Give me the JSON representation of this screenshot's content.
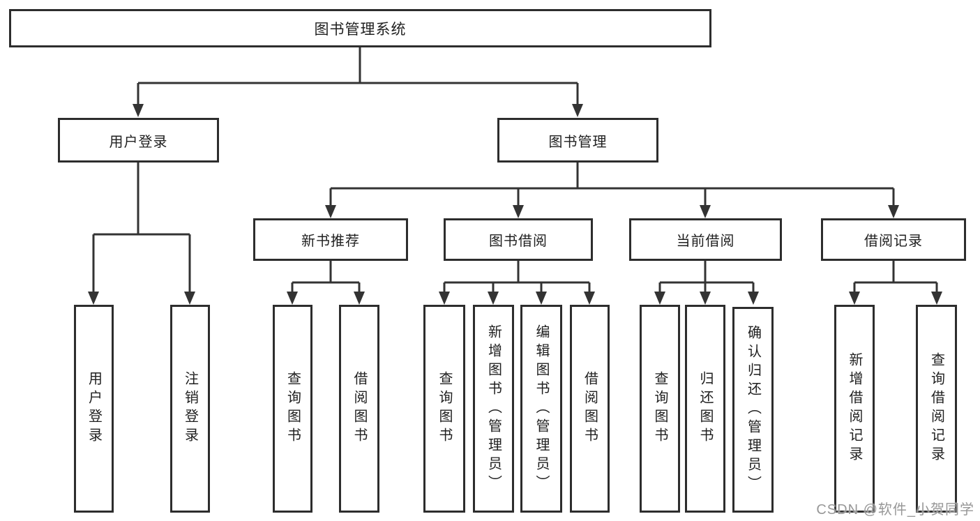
{
  "tree": {
    "label": "图书管理系统",
    "children": [
      {
        "label": "用户登录",
        "children": [
          {
            "label": "用户登录"
          },
          {
            "label": "注销登录"
          }
        ]
      },
      {
        "label": "图书管理",
        "children": [
          {
            "label": "新书推荐",
            "children": [
              {
                "label": "查询图书"
              },
              {
                "label": "借阅图书"
              }
            ]
          },
          {
            "label": "图书借阅",
            "children": [
              {
                "label": "查询图书"
              },
              {
                "label": "新增图书（管理员）"
              },
              {
                "label": "编辑图书（管理员）"
              },
              {
                "label": "借阅图书"
              }
            ]
          },
          {
            "label": "当前借阅",
            "children": [
              {
                "label": "查询图书"
              },
              {
                "label": "归还图书"
              },
              {
                "label": "确认归还（管理员）"
              }
            ]
          },
          {
            "label": "借阅记录",
            "children": [
              {
                "label": "新增借阅记录"
              },
              {
                "label": "查询借阅记录"
              }
            ]
          }
        ]
      }
    ]
  },
  "watermark": {
    "text": "CSDN @软件_小贺同学"
  },
  "colors": {
    "line": "#333333",
    "box_border": "#2d2d2d",
    "box_background": "#ffffff",
    "text": "#1f1f1f",
    "watermark": "#979797"
  }
}
